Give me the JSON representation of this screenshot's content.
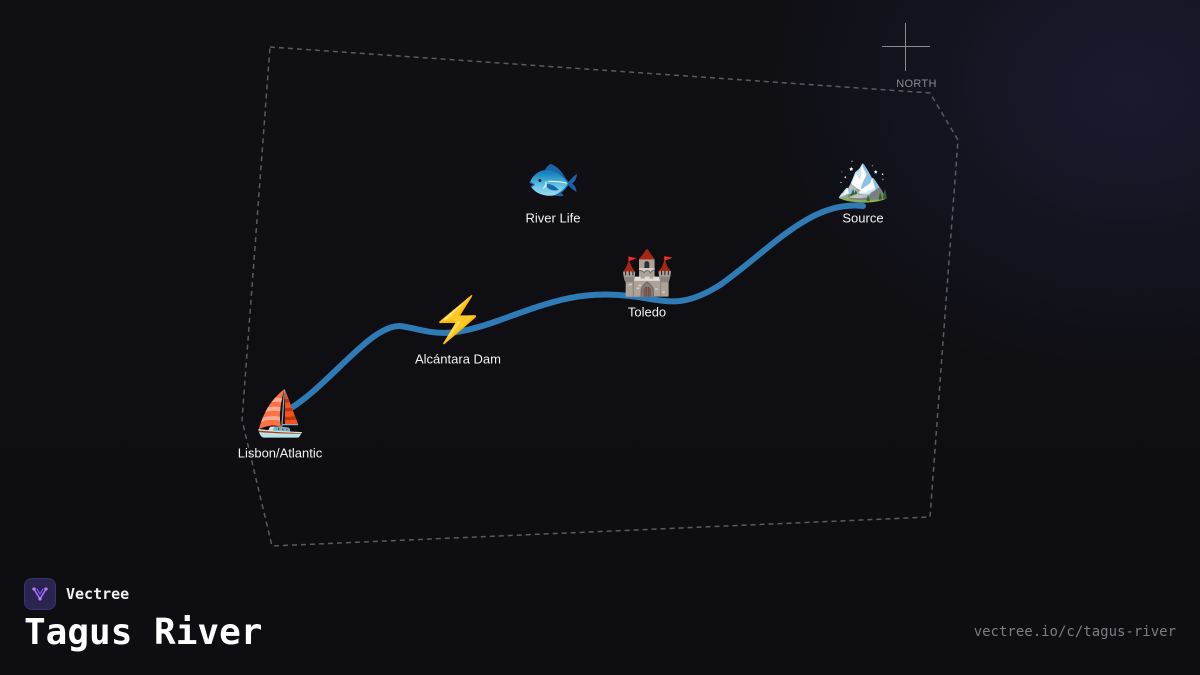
{
  "map": {
    "title": "Tagus River",
    "colors": {
      "river": "#2f7bb5",
      "border": "#5a5a60",
      "background": "#0e0e13"
    },
    "compass": {
      "label": "NORTH"
    },
    "markers": [
      {
        "id": "source",
        "label": "Source",
        "icon": "mountain-icon",
        "glyph": "🏔️"
      },
      {
        "id": "toledo",
        "label": "Toledo",
        "icon": "castle-icon",
        "glyph": "🏰"
      },
      {
        "id": "river-life",
        "label": "River Life",
        "icon": "fish-icon",
        "glyph": "🐟"
      },
      {
        "id": "alcantara-dam",
        "label": "Alcántara Dam",
        "icon": "lightning-icon",
        "glyph": "⚡"
      },
      {
        "id": "lisbon-atlantic",
        "label": "Lisbon/Atlantic",
        "icon": "sailboat-icon",
        "glyph": "⛵"
      }
    ]
  },
  "brand": {
    "name": "Vectree",
    "logo_icon": "vectree-logo-icon",
    "url": "vectree.io/c/tagus-river"
  }
}
